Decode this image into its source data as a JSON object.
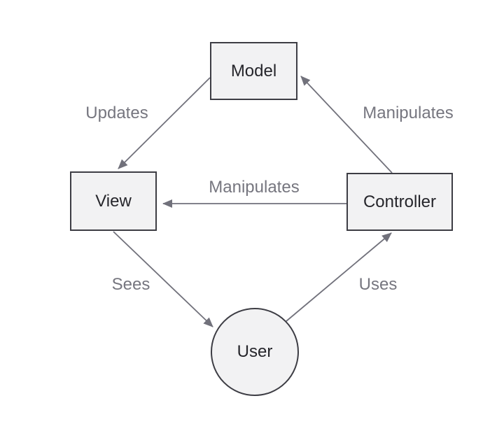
{
  "diagram": {
    "type": "flowchart",
    "nodes": [
      {
        "id": "model",
        "label": "Model",
        "shape": "rectangle"
      },
      {
        "id": "view",
        "label": "View",
        "shape": "rectangle"
      },
      {
        "id": "controller",
        "label": "Controller",
        "shape": "rectangle"
      },
      {
        "id": "user",
        "label": "User",
        "shape": "circle"
      }
    ],
    "edges": [
      {
        "from": "model",
        "to": "view",
        "label": "Updates"
      },
      {
        "from": "controller",
        "to": "model",
        "label": "Manipulates"
      },
      {
        "from": "controller",
        "to": "view",
        "label": "Manipulates"
      },
      {
        "from": "view",
        "to": "user",
        "label": "Sees"
      },
      {
        "from": "user",
        "to": "controller",
        "label": "Uses"
      }
    ],
    "colors": {
      "background": "#ffffff",
      "node_fill": "#f2f2f3",
      "node_border": "#3d3d44",
      "node_text": "#26262b",
      "edge_line": "#71717b",
      "edge_label": "#76767f"
    }
  }
}
